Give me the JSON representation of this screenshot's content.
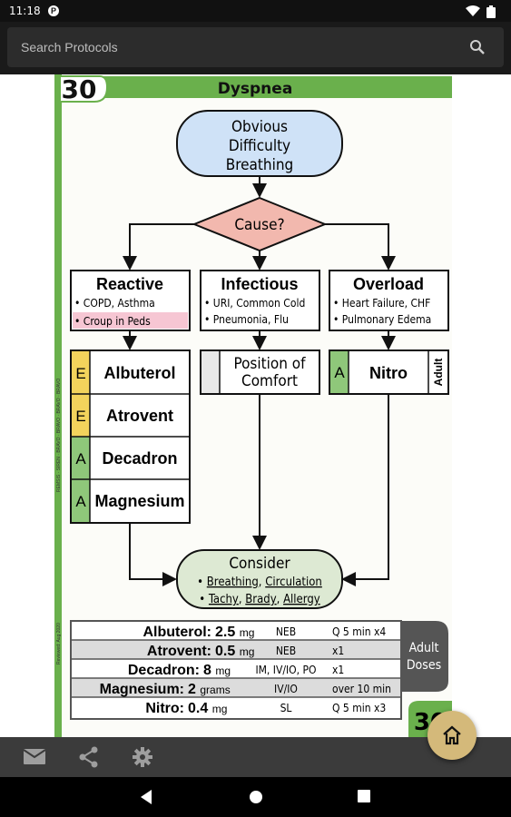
{
  "status": {
    "time": "11:18",
    "badge": "P"
  },
  "search": {
    "placeholder": "Search Protocols"
  },
  "protocol": {
    "number": "30",
    "title": "Dyspnea",
    "start": [
      "Obvious",
      "Difficulty",
      "Breathing"
    ],
    "decision": "Cause?",
    "causes": [
      {
        "title": "Reactive",
        "items": [
          "COPD, Asthma",
          "Croup in Peds"
        ]
      },
      {
        "title": "Infectious",
        "items": [
          "URI, Common Cold",
          "Pneumonia, Flu"
        ]
      },
      {
        "title": "Overload",
        "items": [
          "Heart Failure, CHF",
          "Pulmonary Edema"
        ]
      }
    ],
    "reactive_meds": [
      {
        "level": "E",
        "name": "Albuterol"
      },
      {
        "level": "E",
        "name": "Atrovent"
      },
      {
        "level": "A",
        "name": "Decadron"
      },
      {
        "level": "A",
        "name": "Magnesium"
      }
    ],
    "position": [
      "Position of",
      "Comfort"
    ],
    "overload_med": {
      "level": "A",
      "name": "Nitro",
      "tag": "Adult"
    },
    "consider": {
      "title": "Consider",
      "line1a": "Breathing",
      "line1b": "Circulation",
      "line2a": "Tachy",
      "line2b": "Brady",
      "line2c": "Allergy"
    },
    "doses_label": [
      "Adult",
      "Doses"
    ],
    "doses": [
      {
        "drug": "Albuterol:",
        "amount": "2.5",
        "unit": "mg",
        "route": "NEB",
        "freq": "Q 5 min x4"
      },
      {
        "drug": "Atrovent:",
        "amount": "0.5",
        "unit": "mg",
        "route": "NEB",
        "freq": "x1"
      },
      {
        "drug": "Decadron:",
        "amount": "8",
        "unit": "mg",
        "route": "IM, IV/IO, PO",
        "freq": "x1"
      },
      {
        "drug": "Magnesium:",
        "amount": "2",
        "unit": "grams",
        "route": "IV/IO",
        "freq": "over 10 min"
      },
      {
        "drug": "Nitro:",
        "amount": "0.4",
        "unit": "mg",
        "route": "SL",
        "freq": "Q 5 min x3"
      }
    ],
    "side_text_top": "REMSIS · SIREN · BRAVO · BRAVO · BRAVO · BRAVO",
    "side_text_bottom": "Reviewed: Aug 2020"
  },
  "colors": {
    "green": "#6ab04c",
    "blue": "#cfe2f7",
    "pink": "#f2b8ae",
    "yellow": "#f3d35c",
    "medgreen": "#8fc77a",
    "consider": "#dde9d3",
    "gray": "#d9d9d9",
    "fab": "#d4b97a"
  }
}
